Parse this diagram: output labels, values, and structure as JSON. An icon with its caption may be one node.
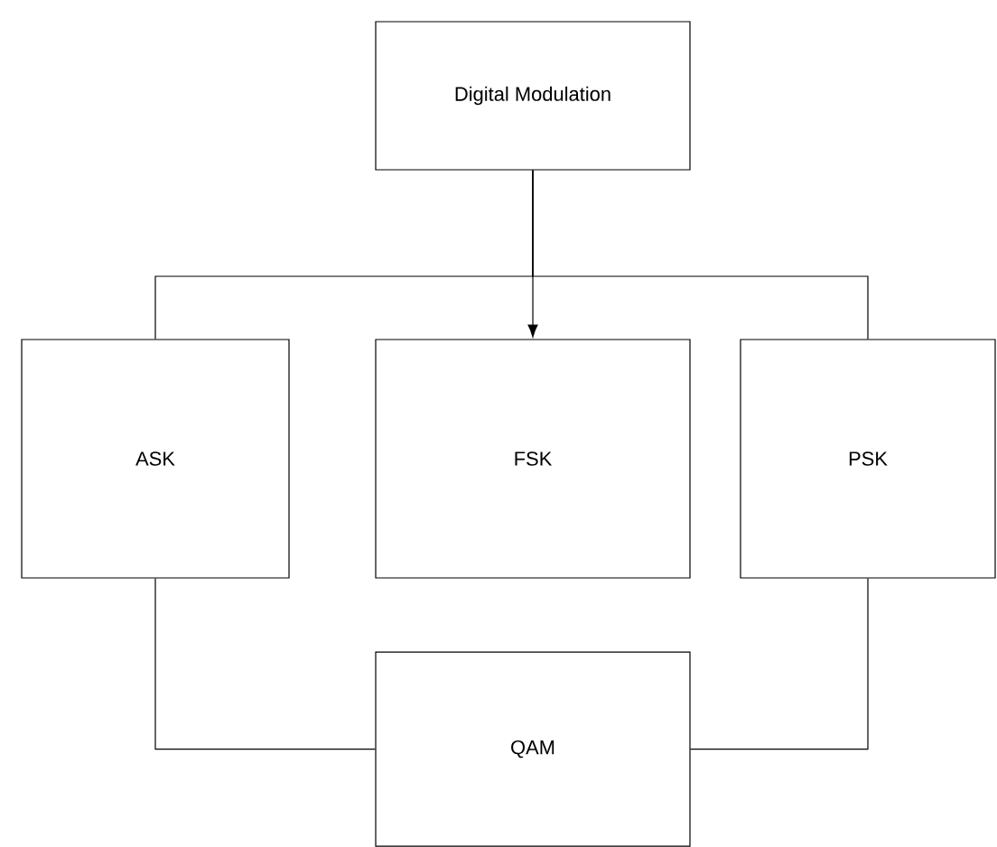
{
  "diagram": {
    "nodes": [
      {
        "text": [
          "Digital Modulation"
        ]
      },
      {
        "text": [
          "ASK"
        ]
      },
      {
        "text": [
          "FSK"
        ]
      },
      {
        "text": [
          "PSK"
        ]
      },
      {
        "text": [
          "QAM"
        ]
      }
    ],
    "edges": [
      {
        "from": 0,
        "to": 1,
        "arrow": "none"
      },
      {
        "from": 0,
        "to": 2,
        "arrow": "to"
      },
      {
        "from": 0,
        "to": 3,
        "arrow": "none"
      },
      {
        "from": 1,
        "to": 4,
        "arrow": "none"
      },
      {
        "from": 3,
        "to": 4,
        "arrow": "none"
      }
    ]
  }
}
